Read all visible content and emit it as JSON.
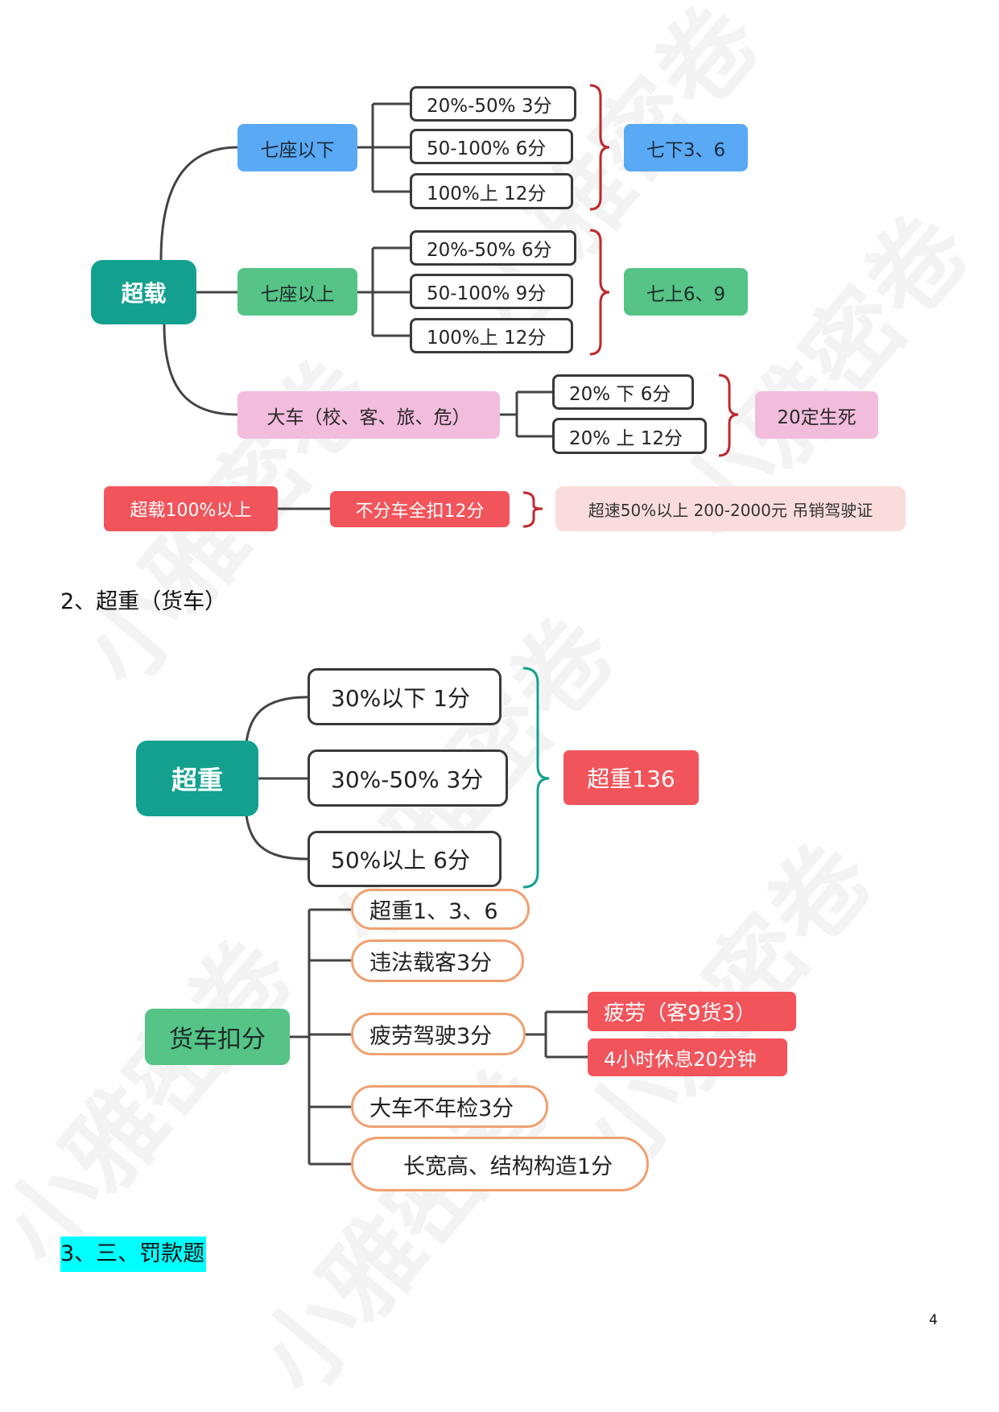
{
  "watermark": "小雅密卷",
  "overload": {
    "root": "超载",
    "branches": [
      {
        "label": "七座以下",
        "items": [
          "20%-50% 3分",
          "50-100% 6分",
          "100%上 12分"
        ],
        "summary": "七下3、6"
      },
      {
        "label": "七座以上",
        "items": [
          "20%-50% 6分",
          "50-100% 9分",
          "100%上 12分"
        ],
        "summary": "七上6、9"
      },
      {
        "label": "大车（校、客、旅、危）",
        "items": [
          "20% 下 6分",
          "20% 上 12分"
        ],
        "summary": "20定生死"
      }
    ],
    "extra": {
      "left": "超载100%以上",
      "middle": "不分车全扣12分",
      "right": "超速50%以上  200-2000元 吊销驾驶证"
    }
  },
  "heading2": "2、超重（货车）",
  "overweight": {
    "root": "超重",
    "items": [
      "30%以下  1分",
      "30%-50% 3分",
      "50%以上  6分"
    ],
    "summary": "超重136"
  },
  "truck": {
    "root": "货车扣分",
    "items": [
      "超重1、3、6",
      "违法载客3分",
      "疲劳驾驶3分",
      "大车不年检3分",
      "长宽高、结构构造1分"
    ],
    "fatigue": [
      "疲劳（客9货3）",
      "4小时休息20分钟"
    ]
  },
  "heading3": "3、三、罚款题",
  "page_number": "4",
  "colors": {
    "teal": "#13a08f",
    "blue": "#5aa9f5",
    "green": "#55c486",
    "pink": "#f2bcdc",
    "red": "#f2545b",
    "orange": "#f0a070",
    "highlight": "#00ffff",
    "bracket_red": "#c0282d"
  }
}
